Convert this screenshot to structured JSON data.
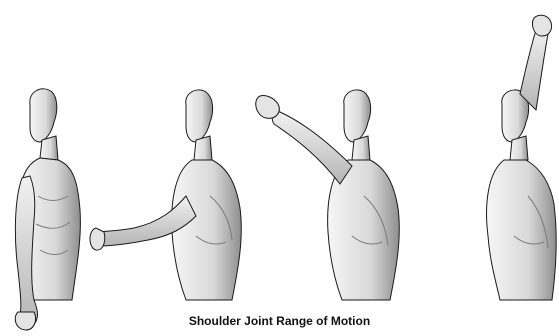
{
  "figure": {
    "caption": "Shoulder Joint Range of Motion",
    "figures": [
      {
        "arm_position": "arm at side"
      },
      {
        "arm_position": "arm forward at hip level"
      },
      {
        "arm_position": "arm raised forward at shoulder level"
      },
      {
        "arm_position": "arm raised overhead"
      }
    ]
  },
  "colors": {
    "ink": "#1a1a1a",
    "shade": "#8a8a8a",
    "skin": "#efefef"
  }
}
